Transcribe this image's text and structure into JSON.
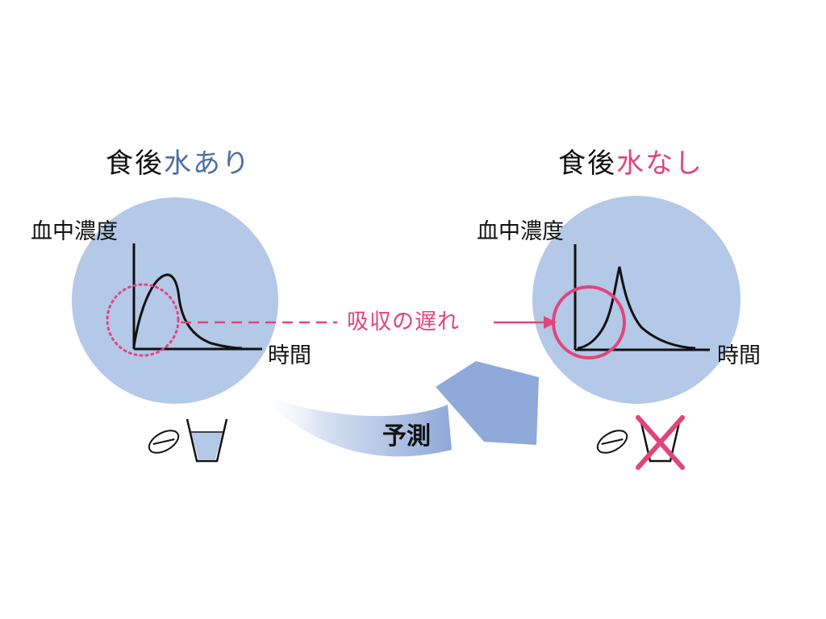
{
  "left_panel": {
    "title_prefix": "食後",
    "title_accent": "水あり",
    "y_axis_label": "血中濃度",
    "x_axis_label": "時間",
    "water_present": true
  },
  "right_panel": {
    "title_prefix": "食後",
    "title_accent": "水なし",
    "y_axis_label": "血中濃度",
    "x_axis_label": "時間",
    "water_present": false
  },
  "annotation": {
    "label": "吸収の遅れ"
  },
  "arrow": {
    "label": "予測"
  },
  "colors": {
    "circle_fill": "#b4c8e7",
    "accent_blue": "#4a6fa5",
    "accent_pink": "#e0457b",
    "arrow_blue": "#8fa9d8",
    "line": "#111111"
  },
  "icons": [
    "pill-icon",
    "water-glass-icon",
    "cross-mark-icon"
  ]
}
